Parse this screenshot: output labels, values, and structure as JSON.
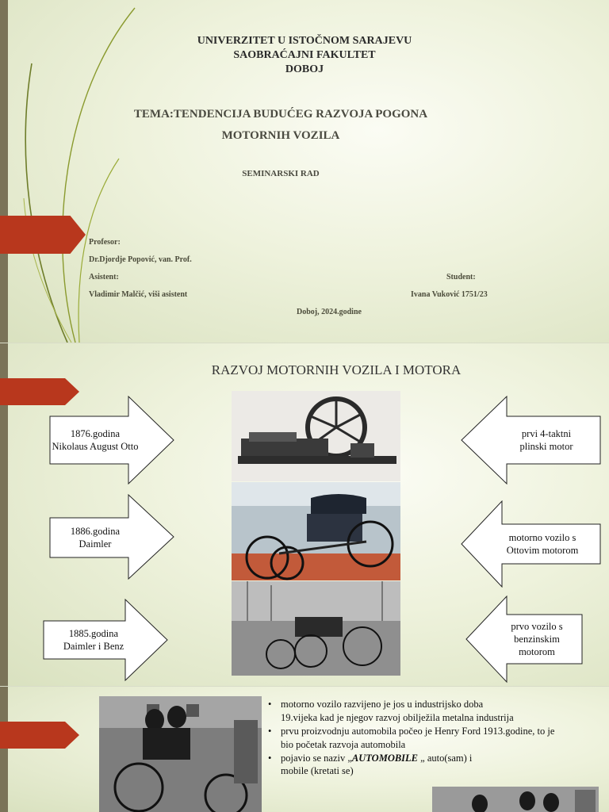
{
  "slide1": {
    "university": "UNIVERZITET U ISTOČNOM SARAJEVU",
    "faculty": "SAOBRAĆAJNI FAKULTET",
    "city": "DOBOJ",
    "topic_line1": "TEMA:TENDENCIJA BUDUĆEG RAZVOJA POGONA",
    "topic_line2": "MOTORNIH VOZILA",
    "doc_type": "SEMINARSKI RAD",
    "professor_label": "Profesor:",
    "professor_name": "Dr.Djordje Popović, van. Prof.",
    "assistant_label": "Asistent:",
    "assistant_name": "Vladimir Malčić, viši asistent",
    "student_label": "Student:",
    "student_name": "Ivana Vuković 1751/23",
    "place_date": "Doboj, 2024.godine"
  },
  "slide2": {
    "title": "RAZVOJ MOTORNIH VOZILA I MOTORA",
    "left_arrows": [
      {
        "line1": "1876.godina",
        "line2": "Nikolaus August Otto"
      },
      {
        "line1": "1886.godina",
        "line2": "Daimler"
      },
      {
        "line1": "1885.godina",
        "line2": "Daimler i Benz"
      }
    ],
    "right_arrows": [
      {
        "line1": "prvi 4-taktni",
        "line2": "plinski motor",
        "line3": ""
      },
      {
        "line1": "motorno vozilo  s",
        "line2": "Ottovim motorom",
        "line3": ""
      },
      {
        "line1": "prvo vozilo s",
        "line2": "benzinskim",
        "line3": "motorom"
      }
    ]
  },
  "slide3": {
    "bullets": [
      {
        "line1": "motorno vozilo razvijeno je jos u industrijsko doba",
        "line2": "19.vijeka kad je njegov razvoj obilježila metalna industrija"
      },
      {
        "line1": "prvu proizvodnju automobila počeo je Henry Ford 1913.godine, to je",
        "line2": "bio početak razvoja automobila"
      },
      {
        "pre": "pojavio se naziv „",
        "emph": "AUTOMOBILE",
        "post": " „ auto(sam) i",
        "line2": "mobile (kretati se)"
      }
    ]
  },
  "colors": {
    "accent": "#b8371d",
    "sidebar": "#7a7358",
    "background": "#eef2dc",
    "swoosh": "#8a9a2e"
  }
}
